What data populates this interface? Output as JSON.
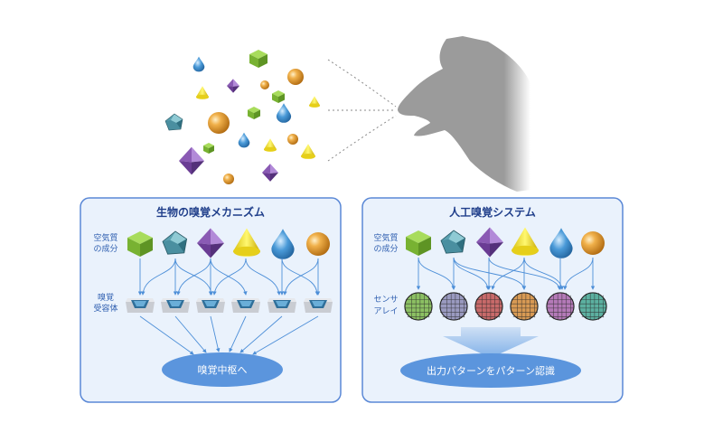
{
  "left_panel": {
    "title": "生物の嗅覚メカニズム",
    "air_label_1": "空気質",
    "air_label_2": "の成分",
    "receptor_label_1": "嗅覚",
    "receptor_label_2": "受容体",
    "pill": "嗅覚中枢へ"
  },
  "right_panel": {
    "title": "人工嗅覚システム",
    "air_label_1": "空気質",
    "air_label_2": "の成分",
    "sensor_label_1": "センサ",
    "sensor_label_2": "アレイ",
    "pill": "出力パターンをパターン認識"
  },
  "colors": {
    "panel_border": "#5a88d6",
    "panel_fill": "#eaf2fc",
    "cube": "#86c13c",
    "dodeca": "#4a8fa0",
    "octa": "#8a5ab4",
    "cone": "#f2e22a",
    "drop": "#4a9ad8",
    "sphere": "#e39a2a",
    "arrow": "#4d8fd8",
    "pill": "#5b95dd",
    "dog": "#9b9b9b",
    "sensors": [
      "#8cc063",
      "#9a9ac0",
      "#c86a6a",
      "#d89a54",
      "#b47ab8",
      "#5cb0a0"
    ]
  }
}
